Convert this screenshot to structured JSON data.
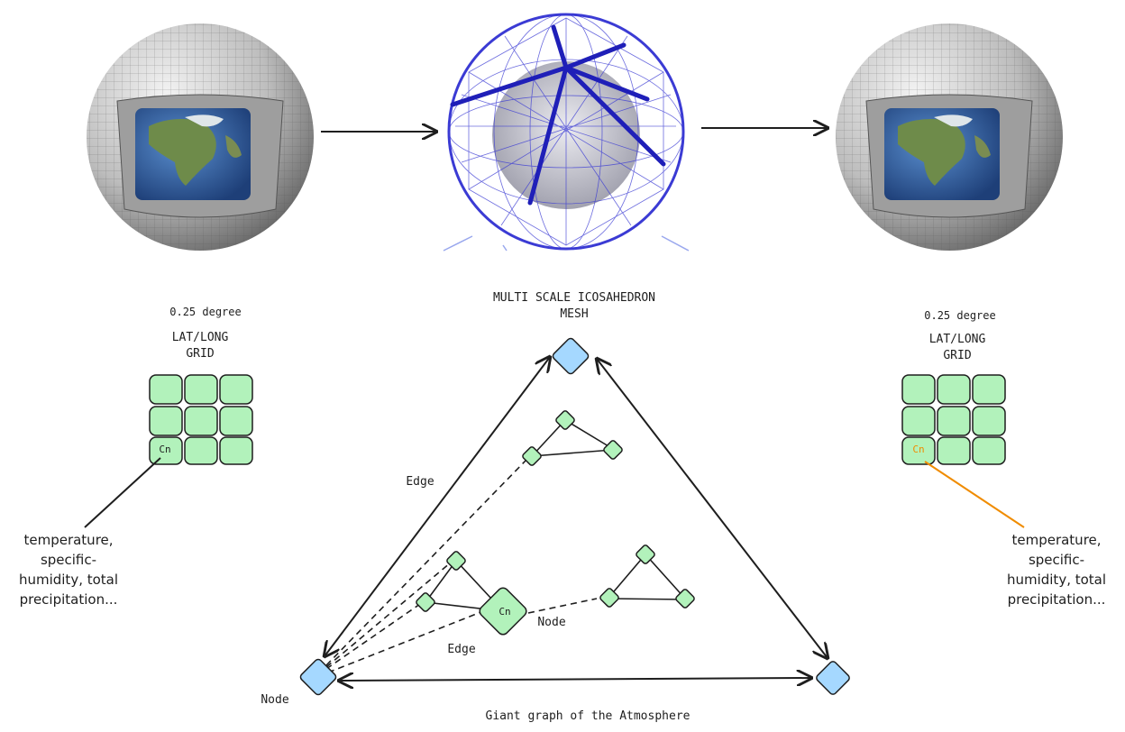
{
  "left_panel": {
    "resolution": "0.25 degree",
    "grid_title_line1": "LAT/LONG",
    "grid_title_line2": "GRID",
    "cell_label": "Cn",
    "variables": [
      "temperature,",
      "specific-",
      "humidity, total",
      "precipitation..."
    ]
  },
  "center_panel": {
    "title_line1": "MULTI SCALE ICOSAHEDRON",
    "title_line2": "MESH",
    "edge_label_left": "Edge",
    "edge_label_bottom": "Edge",
    "node_label_center": "Node",
    "node_label_corner": "Node",
    "center_node_label": "Cn",
    "caption": "Giant graph of the Atmosphere"
  },
  "right_panel": {
    "resolution": "0.25 degree",
    "grid_title_line1": "LAT/LONG",
    "grid_title_line2": "GRID",
    "cell_label": "Cn",
    "variables": [
      "temperature,",
      "specific-",
      "humidity, total",
      "precipitation..."
    ]
  },
  "colors": {
    "grid_cell": "#b2f2bb",
    "graph_node_blue": "#a5d8ff",
    "graph_node_green": "#b2f2bb",
    "highlight_orange": "#f08c00",
    "mesh_blue": "#3b3bd4",
    "stroke": "#1e1e1e"
  }
}
